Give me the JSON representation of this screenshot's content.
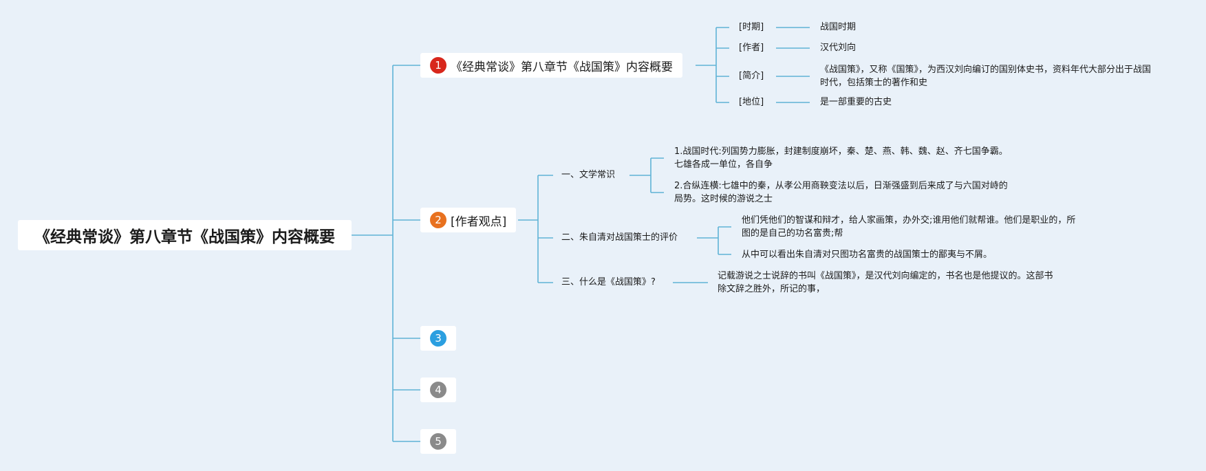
{
  "root": {
    "label": "《经典常谈》第八章节《战国策》内容概要"
  },
  "branches": [
    {
      "badge": "1",
      "label": "《经典常谈》第八章节《战国策》内容概要",
      "badge_color": "#d8271c"
    },
    {
      "badge": "2",
      "label": "[作者观点]",
      "badge_color": "#e8711f"
    },
    {
      "badge": "3",
      "label": "",
      "badge_color": "#2b9fe0"
    },
    {
      "badge": "4",
      "label": "",
      "badge_color": "#8a8a8a"
    },
    {
      "badge": "5",
      "label": "",
      "badge_color": "#8a8a8a"
    }
  ],
  "overview": [
    {
      "key": "[时期]",
      "value": "战国时期"
    },
    {
      "key": "[作者]",
      "value": "汉代刘向"
    },
    {
      "key": "[简介]",
      "value": "《战国策》，又称《国策》，为西汉刘向编订的国别体史书，资料年代大部分出于战国时代，包括策士的著作和史"
    },
    {
      "key": "[地位]",
      "value": "是一部重要的古史"
    }
  ],
  "views": [
    {
      "title": "一、文学常识",
      "items": [
        "1.战国时代:列国势力膨胀，封建制度崩坏，秦、楚、燕、韩、魏、赵、齐七国争霸。七雄各成一单位，各自争",
        "2.合纵连横:七雄中的秦，从孝公用商鞅变法以后，日渐强盛到后来成了与六国对峙的局势。这时候的游说之士"
      ]
    },
    {
      "title": "二、朱自清对战国策士的评价",
      "items": [
        "他们凭他们的智谋和辩才，给人家画策，办外交;谁用他们就帮谁。他们是职业的，所图的是自己的功名富贵;帮",
        "从中可以看出朱自清对只图功名富贵的战国策士的鄙夷与不屑。"
      ]
    },
    {
      "title": "三、什么是《战国策》?",
      "items": [
        "记载游说之士说辞的书叫《战国策》，是汉代刘向编定的，书名也是他提议的。这部书除文辞之胜外，所记的事，"
      ]
    }
  ],
  "colors": {
    "line": "#5fb3d6",
    "background": "#e9f1f9",
    "node": "#ffffff"
  }
}
